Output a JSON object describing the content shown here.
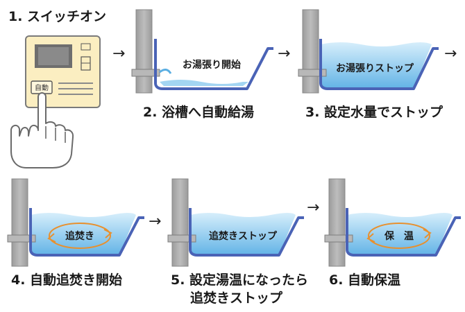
{
  "step1": {
    "title": "1. スイッチオン",
    "button_label": "自動"
  },
  "step2": {
    "caption": "2. 浴槽へ自動給湯",
    "label": "お湯張り開始"
  },
  "step3": {
    "caption": "3. 設定水量でストップ",
    "label": "お湯張りストップ"
  },
  "step4": {
    "caption": "4. 自動追焚き開始",
    "label": "追焚き"
  },
  "step5": {
    "caption_line1": "5. 設定湯温になったら",
    "caption_line2": "追焚きストップ",
    "label": "追焚きストップ"
  },
  "step6": {
    "caption": "6. 自動保温",
    "label": "保　温"
  },
  "arrow_glyph": "→",
  "colors": {
    "tub_outline": "#4a63b6",
    "water_top": "#c5e4f6",
    "water_bottom": "#5fb2e6",
    "pillar": "#a9a9a9",
    "panel": "#fbeec1",
    "circulation": "#e8902e"
  }
}
